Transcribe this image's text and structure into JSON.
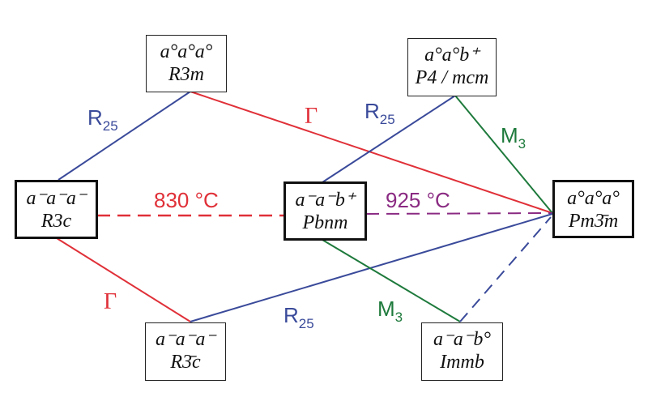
{
  "nodes": {
    "r3m": {
      "tilt": "a°a°a°",
      "group": "R3m"
    },
    "r3c": {
      "tilt": "a⁻a⁻a⁻",
      "group": "R3c"
    },
    "pbnm": {
      "tilt": "a⁻a⁻b⁺",
      "group": "Pbnm"
    },
    "p4mcm": {
      "tilt": "a°a°b⁺",
      "group": "P4 / mcm"
    },
    "pm3m": {
      "tilt": "a°a°a°",
      "group": "Pm3̄m"
    },
    "r3barc": {
      "tilt": "a⁻a⁻a⁻",
      "group": "R3̄c"
    },
    "immb": {
      "tilt": "a⁻a⁻b°",
      "group": "Immb"
    }
  },
  "labels": {
    "r25_main": "R",
    "r25_sub": "25",
    "m3_main": "M",
    "m3_sub": "3",
    "gamma": "Γ",
    "t830": "830 °C",
    "t925": "925 °C"
  },
  "colors": {
    "red": "#e03038",
    "blue": "#3a4a9a",
    "green": "#1e7a3c",
    "purple": "#8a2a82"
  }
}
